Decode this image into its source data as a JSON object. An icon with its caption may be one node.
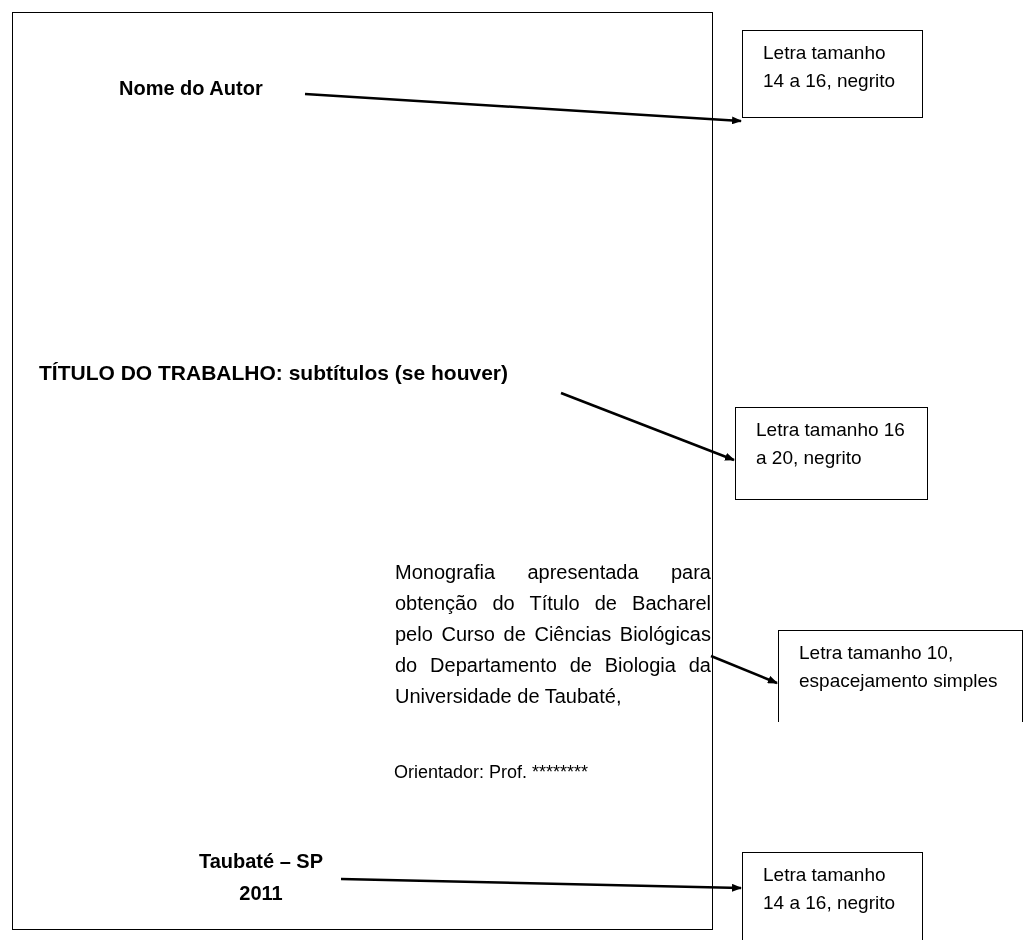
{
  "diagram": {
    "nodes": [
      {
        "text": [],
        "shape": "box"
      },
      {
        "text": [
          "Nome do Autor"
        ],
        "in": 0
      },
      {
        "text": [
          "Letra tamanho 14 a 16, negrito"
        ]
      },
      {
        "text": [
          "TÍTULO DO TRABALHO: subtítulos (se houver)"
        ],
        "in": 0
      },
      {
        "text": [
          "Letra tamanho 16 a 20, negrito"
        ]
      },
      {
        "text": [
          "Monografia apresentada para obtenção do Título de Bacharel pelo Curso de Ciências Biológicas do Departamento de Biologia da Universidade de Taubaté,"
        ],
        "in": 0
      },
      {
        "text": [
          "Letra tamanho 10, espacejamento simples"
        ]
      },
      {
        "text": [
          "Taubaté – SP 2011"
        ],
        "in": 0
      },
      {
        "text": [
          "Letra tamanho 14 a 16, negrito"
        ]
      }
    ],
    "edges": [
      {
        "from": 1,
        "to": 2,
        "arrow": "to"
      },
      {
        "from": 3,
        "to": 4,
        "arrow": "to"
      },
      {
        "from": 5,
        "to": 6,
        "arrow": "to"
      },
      {
        "from": 7,
        "to": 8,
        "arrow": "to"
      }
    ],
    "labels": [
      "Orientador: Prof. ********"
    ]
  }
}
